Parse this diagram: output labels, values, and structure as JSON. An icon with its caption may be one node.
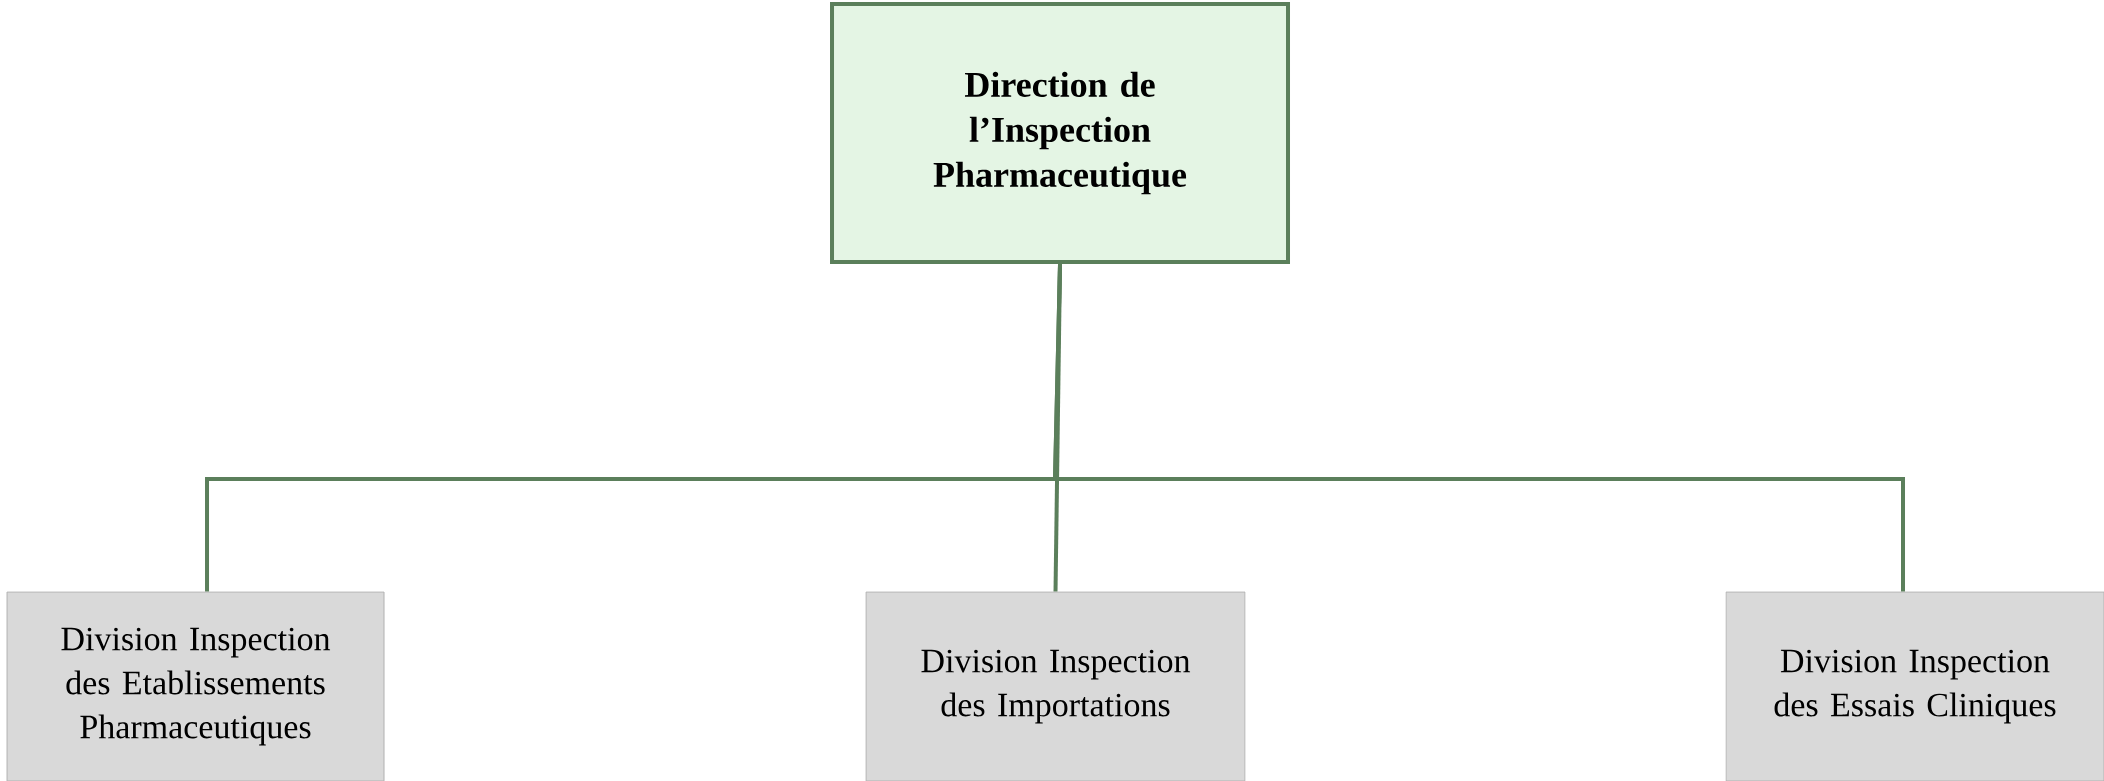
{
  "diagram": {
    "nodes": [
      {
        "text": [
          "Direction de l’Inspection Pharmaceutique"
        ]
      },
      {
        "text": [
          "Division Inspection des Etablissements Pharmaceutiques"
        ]
      },
      {
        "text": [
          "Division Inspection des Importations"
        ]
      },
      {
        "text": [
          "Division Inspection des Essais Cliniques"
        ]
      }
    ],
    "edges": [
      {
        "from": 0,
        "to": 1,
        "arrow": "none"
      },
      {
        "from": 0,
        "to": 2,
        "arrow": "none"
      },
      {
        "from": 0,
        "to": 3,
        "arrow": "none"
      }
    ]
  }
}
